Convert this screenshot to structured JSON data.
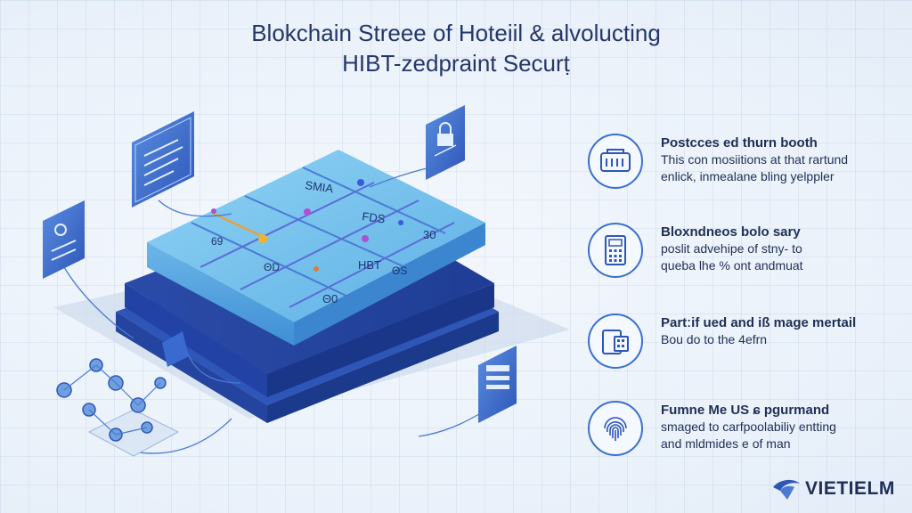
{
  "title": {
    "line1": "Blokchain Streee of Hoteiil & alvolucting",
    "line2": "HIBT-zedpraint Securṭ"
  },
  "board_labels": [
    "SMIA",
    "FDS",
    "69",
    "30",
    "ΘD",
    "ΘS",
    "HBT",
    "Θ0"
  ],
  "features": [
    {
      "icon": "keycard-icon",
      "heading": "Postcces ed thurn booth",
      "desc_line1": "This con mosiitions at that rartund",
      "desc_line2": "enlick, inmealane bling yelppler"
    },
    {
      "icon": "calculator-icon",
      "heading": "Bloxndneos bolo sary",
      "desc_line1": "poslit advehipe of stny- to",
      "desc_line2": "queba lhe % ont andmuat"
    },
    {
      "icon": "device-icon",
      "heading": "Partːif ued and iß mage mertail",
      "desc_line1": "Bou do to the 4efrn",
      "desc_line2": ""
    },
    {
      "icon": "fingerprint-icon",
      "heading": "Fumne Me US ɕ pgurmand",
      "desc_line1": "smaged to carfpoolabiliy entting",
      "desc_line2": "and mldmides e of man"
    }
  ],
  "logo": {
    "text": "VIETIELM",
    "icon": "logo-swoosh-icon"
  },
  "colors": {
    "accent": "#3a6fd0",
    "platform_top": "#7fc6ec",
    "platform_dark": "#2c4fb0",
    "text_dark": "#1f2f55"
  }
}
